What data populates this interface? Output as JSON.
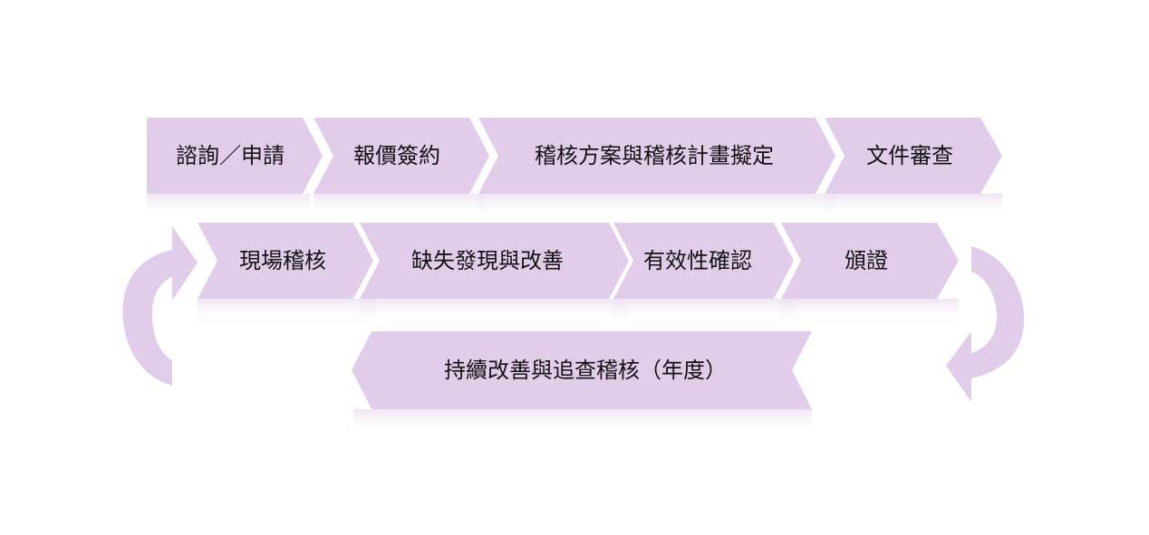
{
  "colors": {
    "shape_fill": "#e1cdea",
    "reflection_top": "#eee3f3",
    "text": "#111111",
    "background": "#ffffff"
  },
  "row1": [
    {
      "label": "諮詢／申請"
    },
    {
      "label": "報價簽約"
    },
    {
      "label": "稽核方案與稽核計畫擬定"
    },
    {
      "label": "文件審查"
    }
  ],
  "row2": [
    {
      "label": "現場稽核"
    },
    {
      "label": "缺失發現與改善"
    },
    {
      "label": "有效性確認"
    },
    {
      "label": "頒證"
    }
  ],
  "row3": [
    {
      "label": "持續改善與追查稽核（年度）"
    }
  ],
  "arrows": [
    {
      "icon": "curved-arrow-up-right-icon"
    },
    {
      "icon": "curved-arrow-down-left-icon"
    }
  ]
}
